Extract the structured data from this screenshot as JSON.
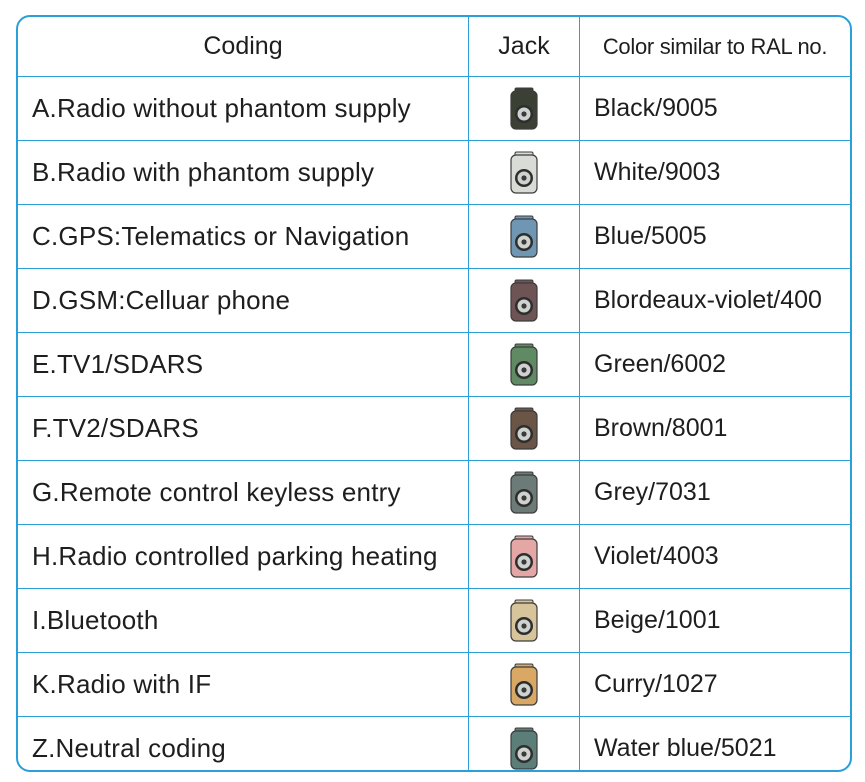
{
  "headers": {
    "coding": "Coding",
    "jack": "Jack",
    "color": "Color similar to RAL no."
  },
  "rows": [
    {
      "coding": "A.Radio without phantom supply",
      "color": "Black/9005",
      "jack_icon": "jack-connector-icon",
      "jack_color": "#3a4034"
    },
    {
      "coding": "B.Radio with phantom supply",
      "color": "White/9003",
      "jack_icon": "jack-connector-icon",
      "jack_color": "#d9dcd6"
    },
    {
      "coding": "C.GPS:Telematics or Navigation",
      "color": "Blue/5005",
      "jack_icon": "jack-connector-icon",
      "jack_color": "#6f97b4"
    },
    {
      "coding": "D.GSM:Celluar phone",
      "color": "Blordeaux-violet/400",
      "jack_icon": "jack-connector-icon",
      "jack_color": "#6e5455"
    },
    {
      "coding": "E.TV1/SDARS",
      "color": "Green/6002",
      "jack_icon": "jack-connector-icon",
      "jack_color": "#5f8a63"
    },
    {
      "coding": "F.TV2/SDARS",
      "color": "Brown/8001",
      "jack_icon": "jack-connector-icon",
      "jack_color": "#6a5547"
    },
    {
      "coding": "G.Remote control keyless entry",
      "color": "Grey/7031",
      "jack_icon": "jack-connector-icon",
      "jack_color": "#6c7b77"
    },
    {
      "coding": "H.Radio controlled parking heating",
      "color": "Violet/4003",
      "jack_icon": "jack-connector-icon",
      "jack_color": "#e4a7a6"
    },
    {
      "coding": "I.Bluetooth",
      "color": "Beige/1001",
      "jack_icon": "jack-connector-icon",
      "jack_color": "#d8c49a"
    },
    {
      "coding": "K.Radio with IF",
      "color": "Curry/1027",
      "jack_icon": "jack-connector-icon",
      "jack_color": "#d9a864"
    },
    {
      "coding": "Z.Neutral coding",
      "color": "Water blue/5021",
      "jack_icon": "jack-connector-icon",
      "jack_color": "#5c7e78"
    }
  ]
}
